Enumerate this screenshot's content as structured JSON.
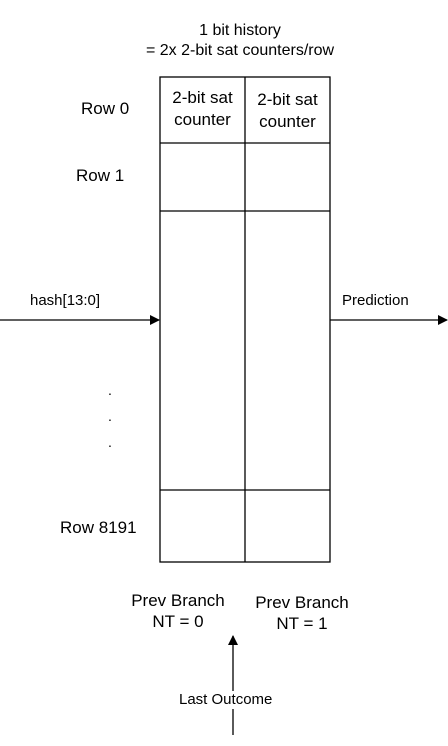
{
  "title": {
    "line1": "1 bit history",
    "line2": "= 2x 2-bit sat counters/row"
  },
  "columns": [
    {
      "line1": "2-bit sat",
      "line2": "counter"
    },
    {
      "line1": "2-bit sat",
      "line2": "counter"
    }
  ],
  "rows": {
    "row0": "Row 0",
    "row1": "Row 1",
    "row_last": "Row 8191",
    "ellipsis": [
      "·",
      "·",
      "·"
    ]
  },
  "input_label": "hash[13:0]",
  "output_label": "Prediction",
  "bottom": {
    "left_line1": "Prev Branch",
    "left_line2": "NT = 0",
    "right_line1": "Prev Branch",
    "right_line2": "NT = 1"
  },
  "last_outcome_label": "Last Outcome",
  "colors": {
    "stroke": "#000000",
    "background": "#ffffff"
  }
}
